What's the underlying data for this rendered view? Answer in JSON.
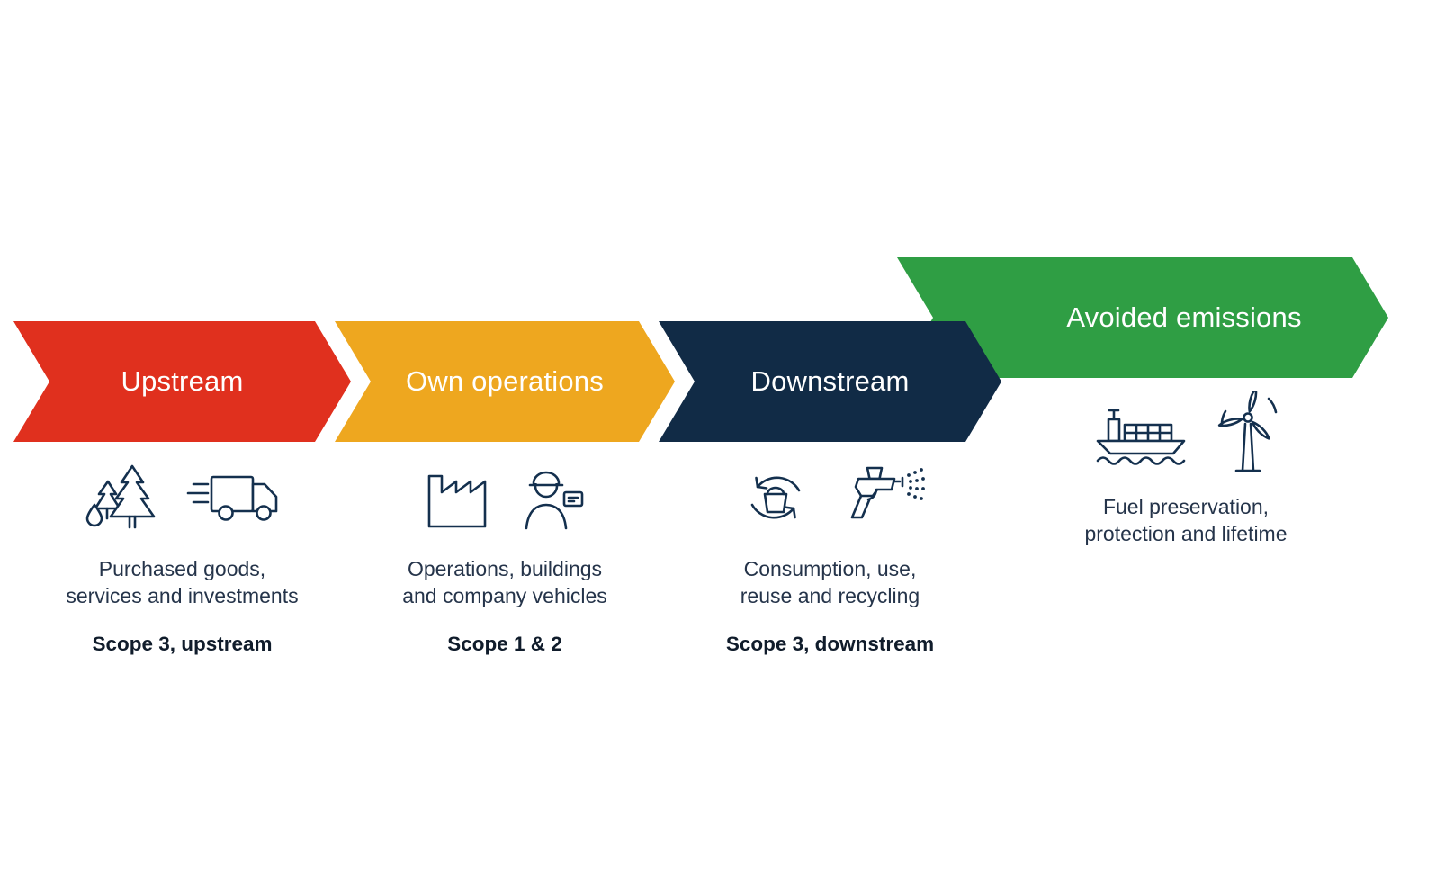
{
  "diagram": {
    "icon_stroke": "#14304e",
    "text_color": "#1c2b3a",
    "stages": [
      {
        "label": "Upstream",
        "color": "#e0301e",
        "icons": [
          "forest-icon",
          "truck-icon"
        ],
        "description": "Purchased goods,\nservices and investments",
        "scope": "Scope 3, upstream"
      },
      {
        "label": "Own operations",
        "color": "#eea71f",
        "icons": [
          "factory-icon",
          "worker-icon"
        ],
        "description": "Operations, buildings\nand company vehicles",
        "scope": "Scope 1 & 2"
      },
      {
        "label": "Downstream",
        "color": "#112b46",
        "icons": [
          "recycle-icon",
          "spray-gun-icon"
        ],
        "description": "Consumption, use,\nreuse and recycling",
        "scope": "Scope 3, downstream"
      },
      {
        "label": "Avoided emissions",
        "color": "#2f9e44",
        "icons": [
          "ship-icon",
          "wind-turbine-icon"
        ],
        "description": "Fuel preservation,\nprotection and lifetime"
      }
    ]
  }
}
